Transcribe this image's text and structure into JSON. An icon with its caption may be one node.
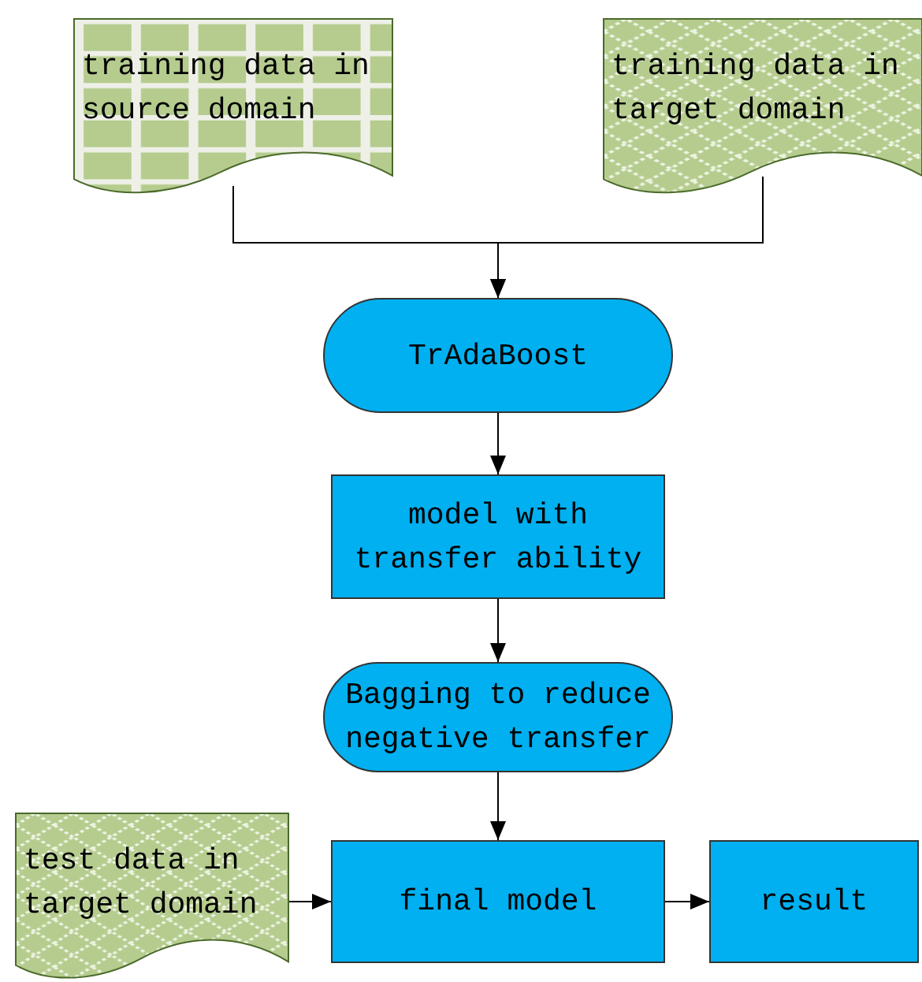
{
  "diagram": {
    "nodes": [
      {
        "text": [
          "training data in source domain"
        ]
      },
      {
        "text": [
          "training data in target domain"
        ]
      },
      {
        "text": [
          "TrAdaBoost"
        ]
      },
      {
        "text": [
          "model with transfer ability"
        ]
      },
      {
        "text": [
          "Bagging to reduce negative transfer"
        ]
      },
      {
        "text": [
          "test data in target domain"
        ]
      },
      {
        "text": [
          "final model"
        ]
      },
      {
        "text": [
          "result"
        ]
      }
    ],
    "edges": [
      {
        "from": 0,
        "to": 2,
        "arrow": "to"
      },
      {
        "from": 1,
        "to": 2,
        "arrow": "to"
      },
      {
        "from": 2,
        "to": 3,
        "arrow": "to"
      },
      {
        "from": 3,
        "to": 4,
        "arrow": "to"
      },
      {
        "from": 4,
        "to": 6,
        "arrow": "to"
      },
      {
        "from": 5,
        "to": 6,
        "arrow": "to"
      },
      {
        "from": 6,
        "to": 7,
        "arrow": "to"
      }
    ]
  }
}
